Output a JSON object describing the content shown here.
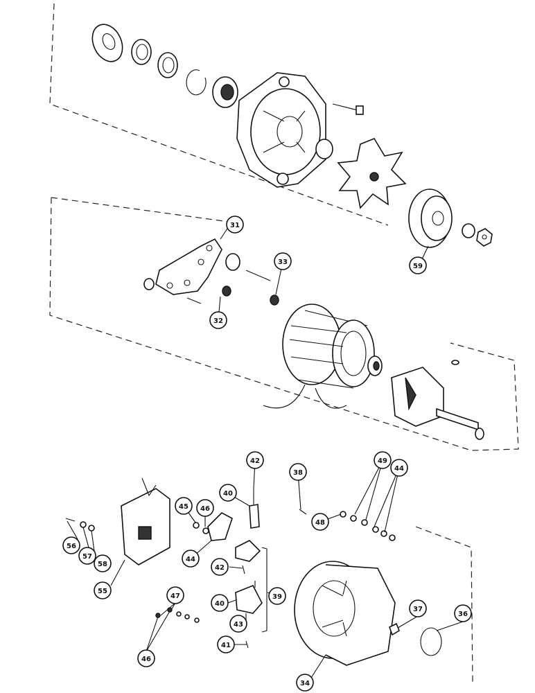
{
  "callouts": [
    {
      "id": "c31",
      "label": "31"
    },
    {
      "id": "c32",
      "label": "32"
    },
    {
      "id": "c33",
      "label": "33"
    },
    {
      "id": "c59",
      "label": "59"
    },
    {
      "id": "c42a",
      "label": "42"
    },
    {
      "id": "c38",
      "label": "38"
    },
    {
      "id": "c49",
      "label": "49"
    },
    {
      "id": "c44b",
      "label": "44"
    },
    {
      "id": "c40a",
      "label": "40"
    },
    {
      "id": "c45",
      "label": "45"
    },
    {
      "id": "c46a",
      "label": "46"
    },
    {
      "id": "c48",
      "label": "48"
    },
    {
      "id": "c56",
      "label": "56"
    },
    {
      "id": "c57",
      "label": "57"
    },
    {
      "id": "c58",
      "label": "58"
    },
    {
      "id": "c44a",
      "label": "44"
    },
    {
      "id": "c42b",
      "label": "42"
    },
    {
      "id": "c39",
      "label": "39"
    },
    {
      "id": "c55",
      "label": "55"
    },
    {
      "id": "c40b",
      "label": "40"
    },
    {
      "id": "c43",
      "label": "43"
    },
    {
      "id": "c47",
      "label": "47"
    },
    {
      "id": "c41",
      "label": "41"
    },
    {
      "id": "c46b",
      "label": "46"
    },
    {
      "id": "c34",
      "label": "34"
    },
    {
      "id": "c37",
      "label": "37"
    },
    {
      "id": "c36",
      "label": "36"
    }
  ]
}
